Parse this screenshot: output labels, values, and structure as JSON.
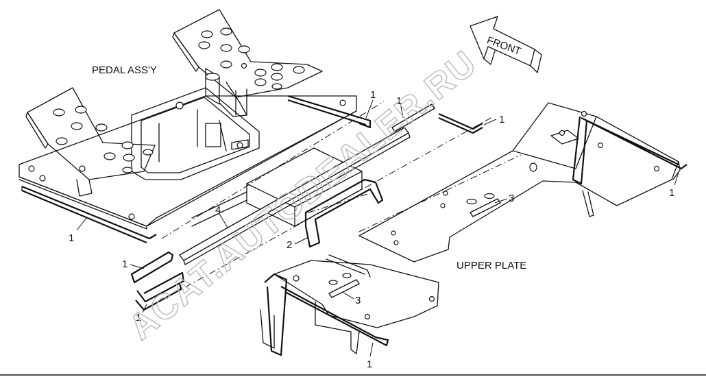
{
  "labels": {
    "pedal_assy": "PEDAL ASS'Y",
    "upper_plate": "UPPER PLATE",
    "front": "FRONT"
  },
  "callouts": [
    {
      "id": "c1a",
      "text": "1"
    },
    {
      "id": "c1b",
      "text": "1"
    },
    {
      "id": "c1c",
      "text": "1"
    },
    {
      "id": "c1d",
      "text": "1"
    },
    {
      "id": "c1e",
      "text": "1"
    },
    {
      "id": "c1f",
      "text": "1"
    },
    {
      "id": "c1g",
      "text": "1"
    },
    {
      "id": "c1h",
      "text": "1"
    },
    {
      "id": "c2",
      "text": "2"
    },
    {
      "id": "c3a",
      "text": "3"
    },
    {
      "id": "c3b",
      "text": "3"
    },
    {
      "id": "c4",
      "text": "4"
    }
  ],
  "watermark": "ACAT.AUTODEALER.RU",
  "colors": {
    "line": "#111111",
    "watermark": "#b9b9b9",
    "background": "#ffffff"
  }
}
